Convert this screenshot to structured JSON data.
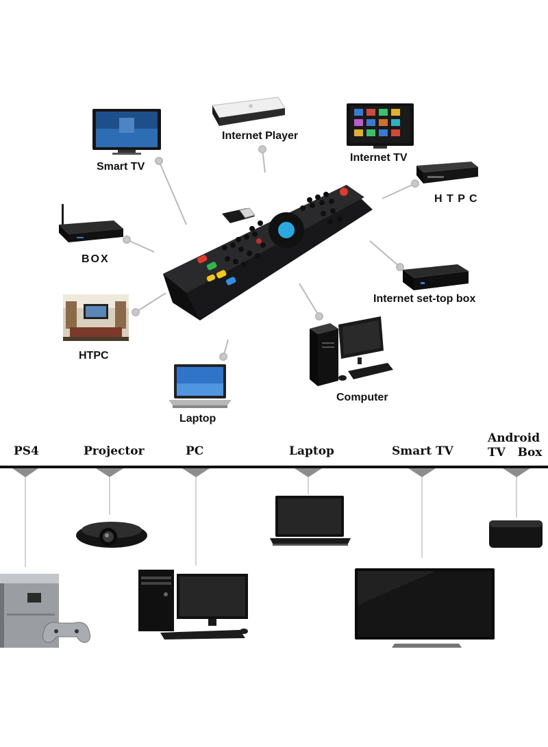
{
  "top_diagram": {
    "center_device": "remote-control",
    "devices": [
      {
        "id": "smart-tv",
        "label": "Smart TV"
      },
      {
        "id": "internet-player",
        "label": "Internet Player"
      },
      {
        "id": "internet-tv",
        "label": "Internet TV"
      },
      {
        "id": "htpc-box",
        "label": "H T P C"
      },
      {
        "id": "box",
        "label": "BOX"
      },
      {
        "id": "internet-set-top-box",
        "label": "Internet set-top box"
      },
      {
        "id": "htpc-room",
        "label": "HTPC"
      },
      {
        "id": "laptop",
        "label": "Laptop"
      },
      {
        "id": "computer",
        "label": "Computer"
      }
    ]
  },
  "bottom_strip": {
    "devices": [
      {
        "id": "ps4",
        "label": "PS4"
      },
      {
        "id": "projector",
        "label": "Projector"
      },
      {
        "id": "pc",
        "label": "PC"
      },
      {
        "id": "laptop",
        "label": "Laptop"
      },
      {
        "id": "smart-tv",
        "label": "Smart TV"
      },
      {
        "id": "android-tv-box",
        "label_line1": "Android",
        "label_line2": "TV   Box"
      }
    ]
  },
  "colors": {
    "remote_body": "#2a2a2c",
    "connector": "#b9b9b9",
    "bar": "#111111",
    "marker": "#8d8d8d",
    "key_red": "#e03a2f",
    "key_green": "#2fb84a",
    "key_yellow": "#f2c81a",
    "key_blue": "#2f8fe0",
    "ok_button": "#2aa8e0"
  }
}
